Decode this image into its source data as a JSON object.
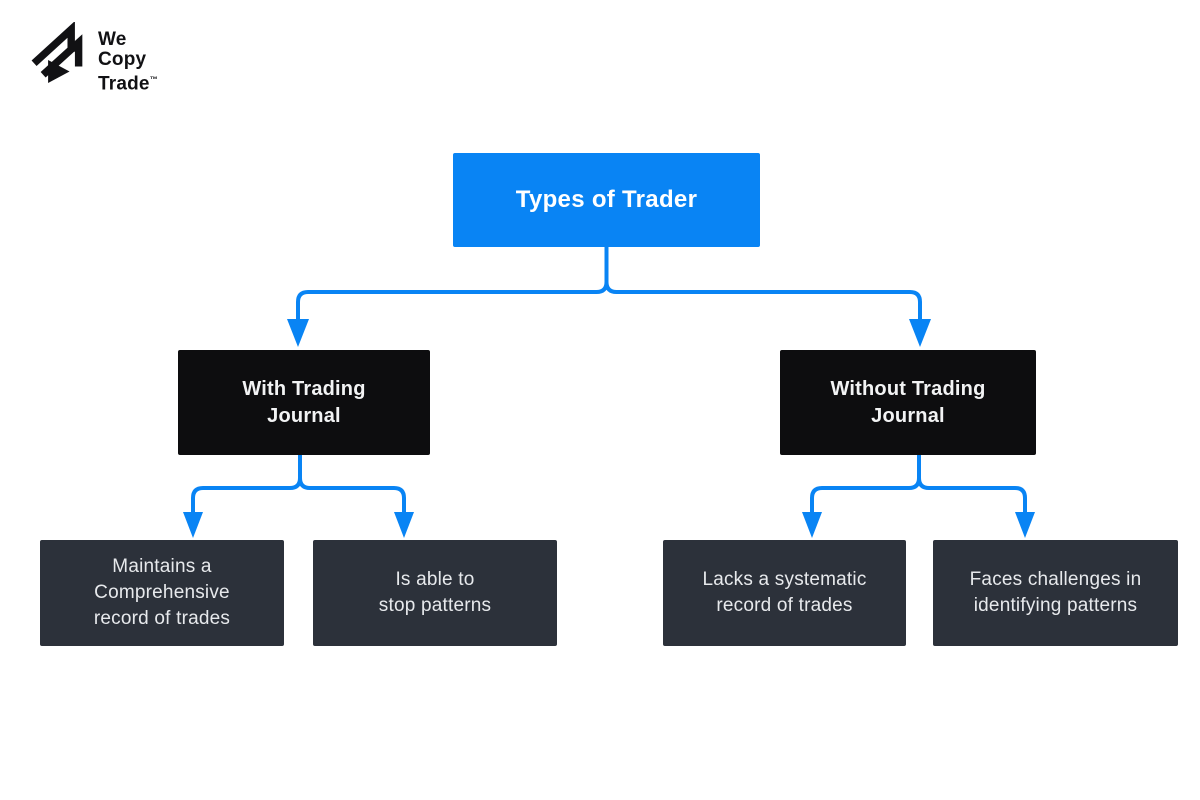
{
  "colors": {
    "accent_blue": "#0984f4",
    "node_black": "#0d0d0f",
    "node_slate": "#2c313a",
    "root_text": "#ffffff",
    "black_node_text": "#f2f3f4",
    "slate_node_text": "#e7e9ec",
    "logo_ink": "#111114",
    "background": "#ffffff"
  },
  "logo": {
    "name": "We Copy Trade",
    "lines": [
      "We",
      "Copy",
      "Trade"
    ],
    "trademark": "™",
    "mark": "arrow-up-right-logo"
  },
  "diagram": {
    "root": {
      "id": "types-of-trader",
      "label": "Types of Trader"
    },
    "branches": [
      {
        "id": "with-trading-journal",
        "label": "With Trading\nJournal",
        "children": [
          {
            "id": "maintains-record",
            "label": "Maintains a\nComprehensive\nrecord of trades"
          },
          {
            "id": "stop-patterns",
            "label": "Is able to\nstop patterns"
          }
        ]
      },
      {
        "id": "without-trading-journal",
        "label": "Without Trading\nJournal",
        "children": [
          {
            "id": "lacks-record",
            "label": "Lacks a systematic\nrecord of trades"
          },
          {
            "id": "challenges-identifying-patterns",
            "label": "Faces challenges in\nidentifying patterns"
          }
        ]
      }
    ]
  }
}
